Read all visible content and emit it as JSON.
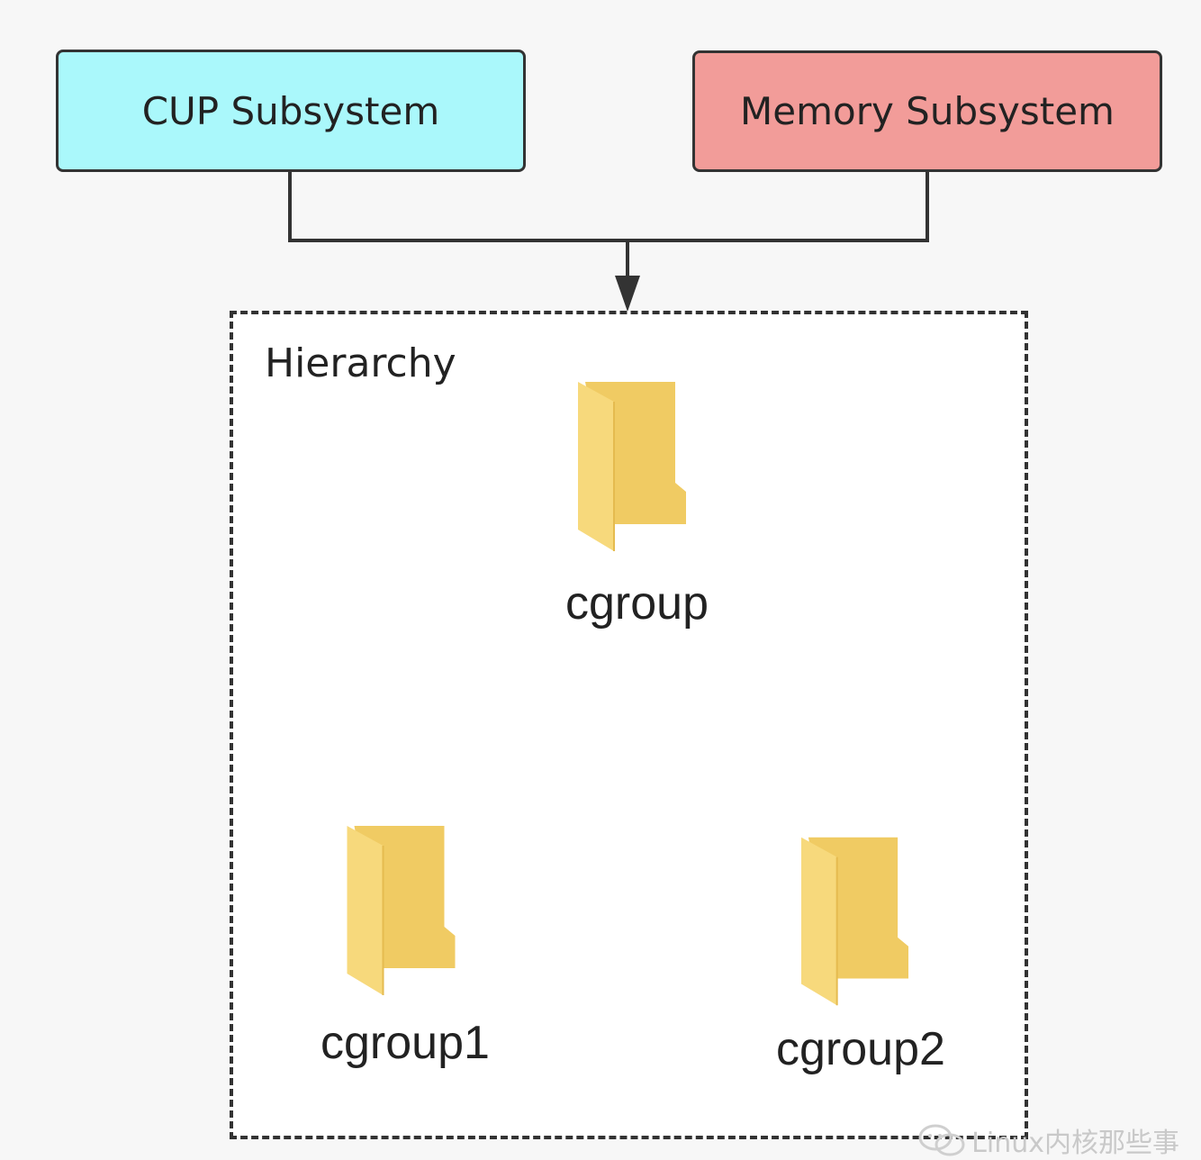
{
  "subsystems": {
    "cpu": {
      "label": "CUP Subsystem",
      "color": "#aaf8fb"
    },
    "memory": {
      "label": "Memory Subsystem",
      "color": "#f29c99"
    }
  },
  "hierarchy": {
    "label": "Hierarchy",
    "root": {
      "label": "cgroup",
      "icon": "folder-icon"
    },
    "children": [
      {
        "label": "cgroup1",
        "icon": "folder-icon"
      },
      {
        "label": "cgroup2",
        "icon": "folder-icon"
      }
    ]
  },
  "colors": {
    "line": "#333333",
    "folder_front": "#f7d97c",
    "folder_back": "#f0cb63"
  },
  "watermark": {
    "text": "Linux内核那些事",
    "icon": "wechat-icon"
  }
}
